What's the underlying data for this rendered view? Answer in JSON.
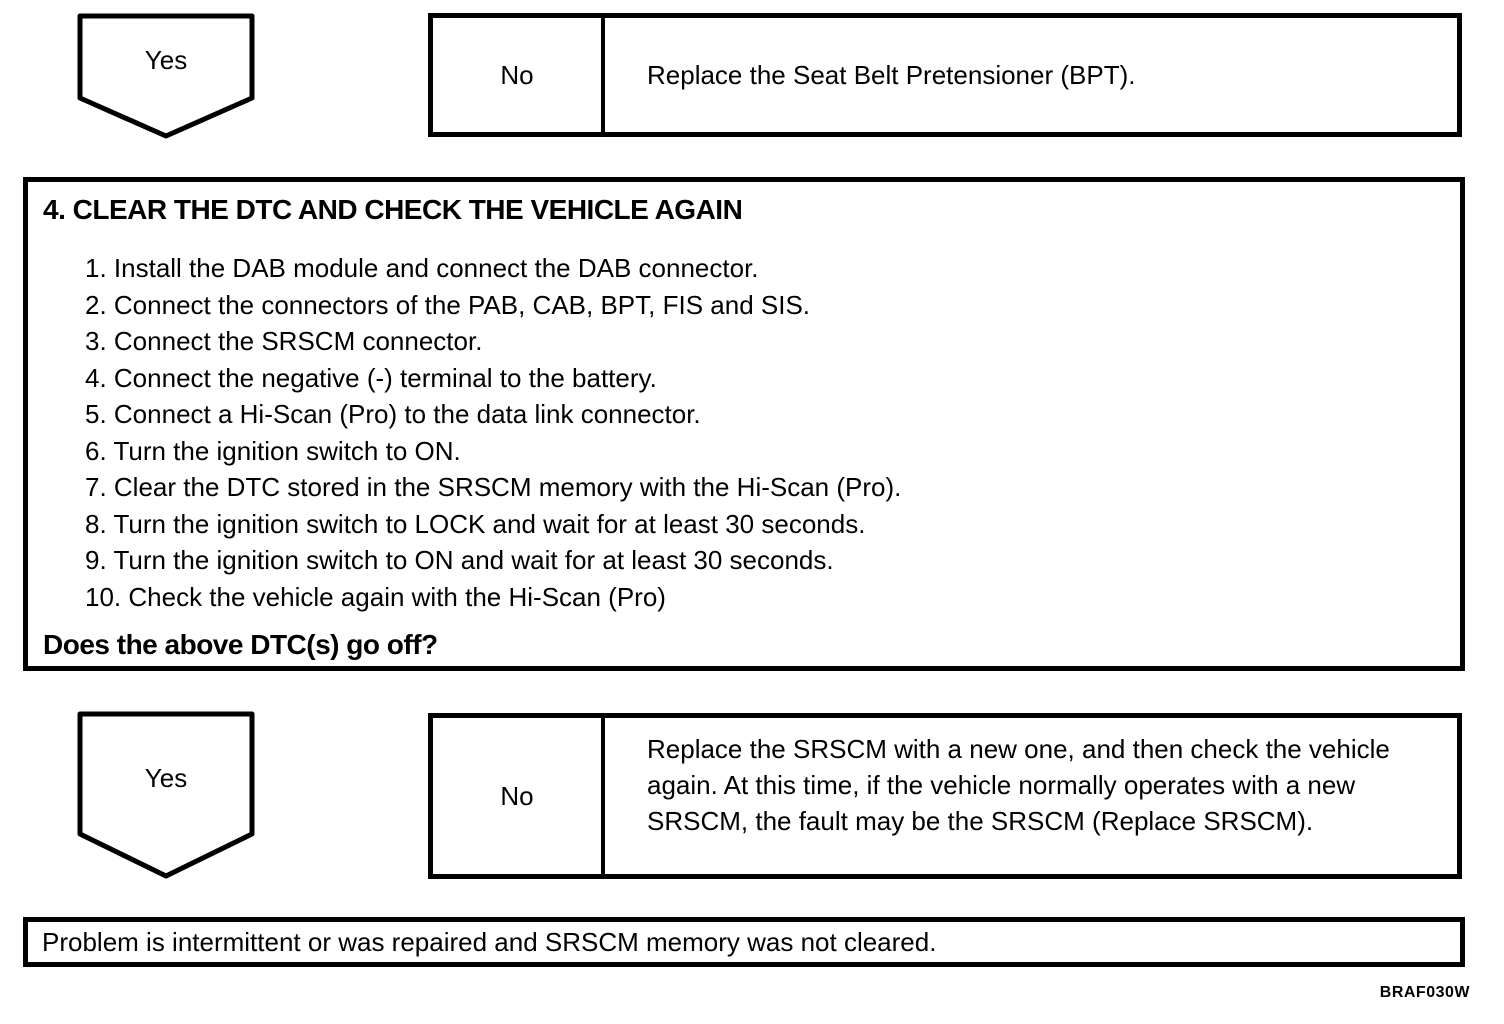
{
  "colors": {
    "ink": "#000000",
    "paper": "#ffffff"
  },
  "top_branch": {
    "yes_label": "Yes",
    "no_label": "No",
    "no_action": "Replace the Seat Belt Pretensioner (BPT)."
  },
  "procedure_box": {
    "title": "4. CLEAR THE DTC AND CHECK THE VEHICLE AGAIN",
    "steps": [
      "1. Install the DAB module and connect the DAB connector.",
      "2. Connect the connectors of the PAB, CAB, BPT, FIS and SIS.",
      "3. Connect the SRSCM connector.",
      "4. Connect the negative (-) terminal to the battery.",
      "5. Connect a Hi-Scan (Pro) to the data link connector.",
      "6. Turn the ignition switch to ON.",
      "7. Clear the DTC stored in the SRSCM memory with the Hi-Scan (Pro).",
      "8. Turn the ignition switch to LOCK and wait for at least 30 seconds.",
      "9. Turn the ignition switch to ON and wait for at least 30 seconds.",
      "10. Check the vehicle again with the Hi-Scan (Pro)"
    ],
    "question": "Does the above DTC(s) go off?"
  },
  "bottom_branch": {
    "yes_label": "Yes",
    "no_label": "No",
    "no_action": "Replace the SRSCM with a new one, and then check the vehicle again. At this time, if the vehicle normally operates with a new SRSCM, the fault may be the SRSCM (Replace SRSCM)."
  },
  "result_box": {
    "text": "Problem is intermittent or was repaired and SRSCM memory was not cleared."
  },
  "figure_code": "BRAF030W"
}
